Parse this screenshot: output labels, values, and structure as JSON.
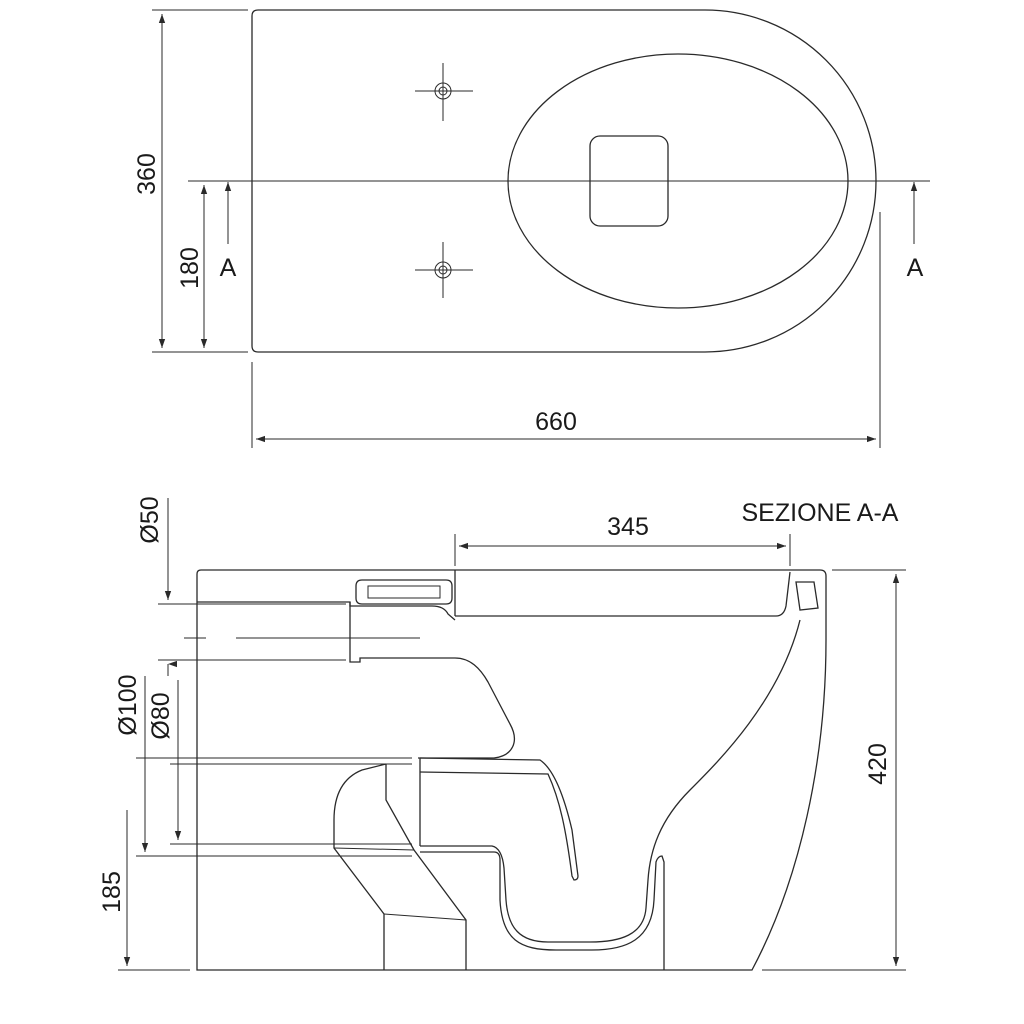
{
  "top_view": {
    "dim_width": "360",
    "dim_half_width": "180",
    "dim_length": "660",
    "section_marker_left": "A",
    "section_marker_right": "A"
  },
  "section_view": {
    "title": "SEZIONE A-A",
    "dim_345": "345",
    "dim_height": "420",
    "dim_inlet": "Ø50",
    "dim_outlet_outer": "Ø100",
    "dim_outlet_inner": "Ø80",
    "dim_outlet_height": "185"
  }
}
